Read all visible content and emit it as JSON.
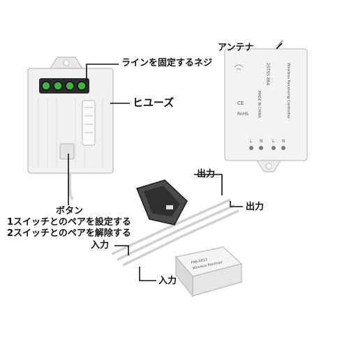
{
  "labels": {
    "screw": "ラインを固定するネジ",
    "antenna": "アンテナ",
    "fuse": "ヒユーズ",
    "button": "ボタン",
    "pair_set": "1スイッチとのペアを設定する",
    "pair_clear": "2スイッチとのペアを解除する",
    "output_1": "出力",
    "output_2": "出力",
    "input_1": "入力",
    "input_2": "入力"
  },
  "controller_label": {
    "title": "Wireless Receiving Controller",
    "model": "2STSS 864",
    "made_in": "MADE IN CHINA",
    "terminals": [
      "L",
      "N",
      "L",
      "N"
    ]
  },
  "small_module_label": {
    "model": "FNK-6812",
    "text": "Wireless Receiver"
  },
  "colors": {
    "line": "#111111",
    "device": "#f2f2f2",
    "device_edge": "#c8c8c8",
    "terminal": "#3fb53f",
    "dark": "#2a2a2a"
  }
}
